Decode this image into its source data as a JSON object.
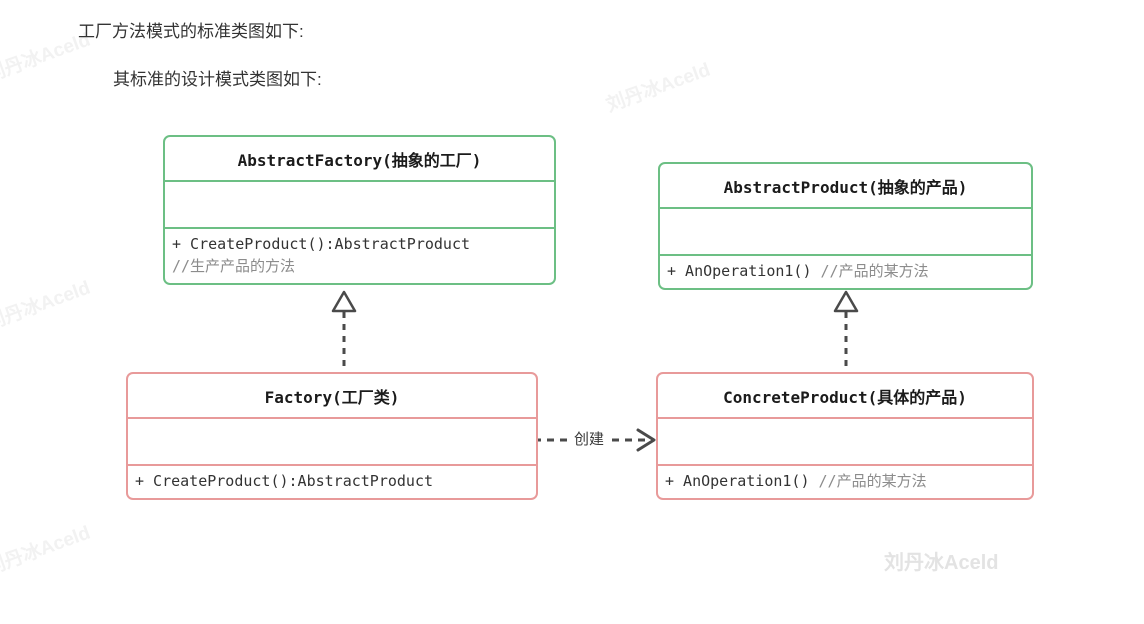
{
  "page": {
    "background": "#ffffff",
    "heading_1": "工厂方法模式的标准类图如下:",
    "heading_2": "其标准的设计模式类图如下:"
  },
  "watermarks": {
    "text": "刘丹冰Aceld",
    "color": "#f2f2f2",
    "main_color": "#e3e3e3"
  },
  "colors": {
    "abstract_border": "#6cbf84",
    "concrete_border": "#e89a9a",
    "title_text": "#1b1b1b",
    "member_text": "#333333",
    "comment_text": "#8c8c8c",
    "connector": "#4a4a4a"
  },
  "diagram": {
    "type": "uml-class-diagram",
    "classes": [
      {
        "id": "abstract-factory",
        "name": "AbstractFactory(抽象的工厂)",
        "stereotype": "abstract",
        "accent": "green",
        "attributes": [],
        "methods": [
          {
            "signature": "+ CreateProduct():AbstractProduct",
            "comment": "//生产产品的方法"
          }
        ]
      },
      {
        "id": "abstract-product",
        "name": "AbstractProduct(抽象的产品)",
        "stereotype": "abstract",
        "accent": "green",
        "attributes": [],
        "methods": [
          {
            "signature": "+ AnOperation1()",
            "comment": "//产品的某方法"
          }
        ]
      },
      {
        "id": "factory",
        "name": "Factory(工厂类)",
        "stereotype": "concrete",
        "accent": "red",
        "attributes": [],
        "methods": [
          {
            "signature": "+ CreateProduct():AbstractProduct",
            "comment": ""
          }
        ]
      },
      {
        "id": "concrete-product",
        "name": "ConcreteProduct(具体的产品)",
        "stereotype": "concrete",
        "accent": "red",
        "attributes": [],
        "methods": [
          {
            "signature": "+ AnOperation1()",
            "comment": "//产品的某方法"
          }
        ]
      }
    ],
    "relations": [
      {
        "id": "factory-implements-abstract-factory",
        "kind": "realization",
        "line": "dashed",
        "arrowhead": "hollow-triangle",
        "from": "factory",
        "to": "abstract-factory",
        "label": ""
      },
      {
        "id": "concrete-implements-abstract-product",
        "kind": "realization",
        "line": "dashed",
        "arrowhead": "hollow-triangle",
        "from": "concrete-product",
        "to": "abstract-product",
        "label": ""
      },
      {
        "id": "factory-creates-concrete-product",
        "kind": "dependency",
        "line": "dashed",
        "arrowhead": "open-arrow",
        "from": "factory",
        "to": "concrete-product",
        "label": "创建"
      }
    ]
  }
}
